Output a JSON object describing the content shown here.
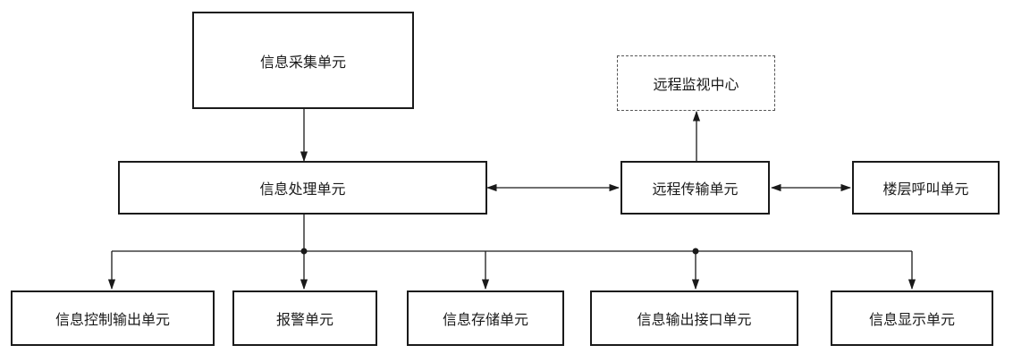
{
  "diagram": {
    "nodes": {
      "info_collect": "信息采集单元",
      "info_process": "信息处理单元",
      "remote_monitor": "远程监视中心",
      "remote_transmit": "远程传输单元",
      "floor_call": "楼层呼叫单元",
      "info_control_output": "信息控制输出单元",
      "alarm": "报警单元",
      "info_storage": "信息存储单元",
      "info_output_interface": "信息输出接口单元",
      "info_display": "信息显示单元"
    },
    "edges": [
      {
        "from": "info_collect",
        "to": "info_process",
        "direction": "forward"
      },
      {
        "from": "info_process",
        "to": "remote_transmit",
        "direction": "both"
      },
      {
        "from": "remote_transmit",
        "to": "floor_call",
        "direction": "both"
      },
      {
        "from": "remote_transmit",
        "to": "remote_monitor",
        "direction": "forward"
      },
      {
        "from": "info_process",
        "to": "info_control_output",
        "direction": "forward"
      },
      {
        "from": "info_process",
        "to": "alarm",
        "direction": "forward"
      },
      {
        "from": "info_process",
        "to": "info_storage",
        "direction": "forward"
      },
      {
        "from": "info_process",
        "to": "info_output_interface",
        "direction": "forward"
      },
      {
        "from": "info_process",
        "to": "info_display",
        "direction": "forward"
      }
    ],
    "colors": {
      "line": "#1a1a1a",
      "dashed_border": "#555555"
    }
  }
}
